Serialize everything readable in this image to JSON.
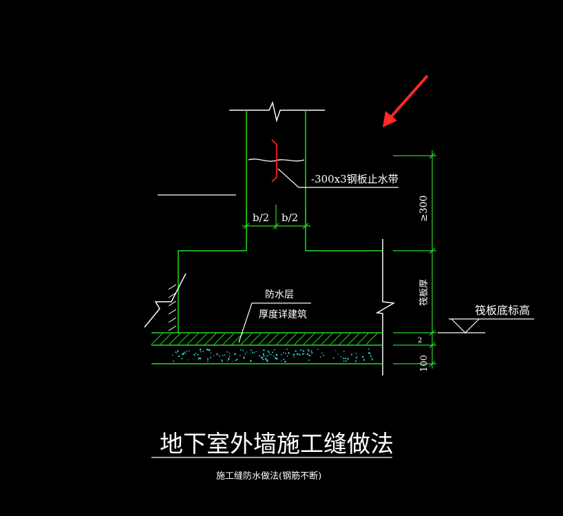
{
  "colors": {
    "background": "#000000",
    "green": "#22dd22",
    "white": "#ffffff",
    "red": "#ff2020",
    "arrow": "#ff2a2a",
    "cyan": "#33dddd"
  },
  "labels": {
    "waterstop": "-300x3钢板止水带",
    "half_b_left": "b/2",
    "half_b_right": "b/2",
    "dim_300": "≥300",
    "raft_thickness": "筏板厚",
    "dim_2": "2",
    "dim_100": "100",
    "waterproof_layer": "防水层",
    "thickness_note": "厚度详建筑",
    "raft_bottom_elev": "筏板底标高"
  },
  "title": {
    "main": "地下室外墙施工缝做法",
    "sub": "施工缝防水做法(钢筋不断)"
  },
  "icons": {
    "arrow": "pointer-arrow-icon"
  }
}
